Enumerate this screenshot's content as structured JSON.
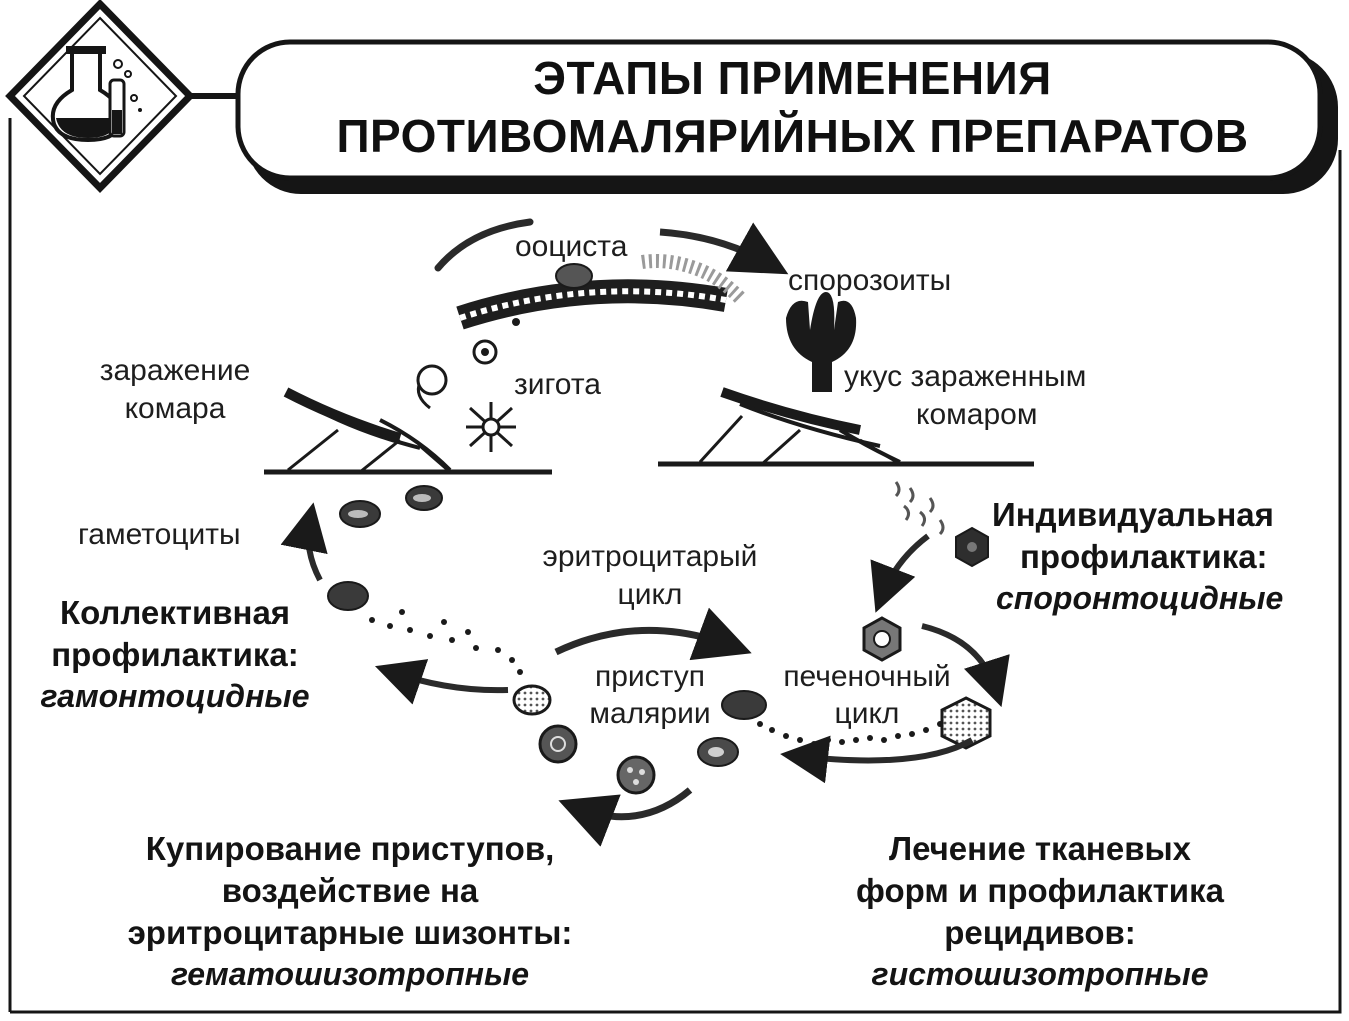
{
  "title": {
    "line1": "ЭТАПЫ ПРИМЕНЕНИЯ",
    "line2": "ПРОТИВОМАЛЯРИЙНЫХ ПРЕПАРАТОВ"
  },
  "logo_icon": "flask-icon",
  "mosquito_cycle": {
    "oocyst": "ооциста",
    "sporozoites": "спорозоиты",
    "zygote": "зигота",
    "mosquito_infection_line1": "заражение",
    "mosquito_infection_line2": "комара",
    "infected_bite_line1": "укус зараженным",
    "infected_bite_line2": "комаром"
  },
  "human_cycle": {
    "gametocytes": "гаметоциты",
    "erythrocytic_line1": "эритроцитарый",
    "erythrocytic_line2": "цикл",
    "attack_line1": "приступ",
    "attack_line2": "малярии",
    "liver_line1": "печеночный",
    "liver_line2": "цикл"
  },
  "drug_groups": {
    "individual": {
      "line1": "Индивидуальная",
      "line2": "профилактика:",
      "drug_class": "споронтоцидные"
    },
    "collective": {
      "line1": "Коллективная",
      "line2": "профилактика:",
      "drug_class": "гамонтоцидные"
    },
    "blood_schizonts": {
      "line1": "Купирование приступов,",
      "line2": "воздействие на",
      "line3": "эритроцитарные шизонты:",
      "drug_class": "гематошизотропные"
    },
    "tissue_forms": {
      "line1": "Лечение тканевых",
      "line2": "форм и профилактика",
      "line3": "рецидивов:",
      "drug_class": "гистошизотропные"
    }
  },
  "colors": {
    "ink": "#151515",
    "cell_fill": "#3a3a3a",
    "gray": "#8a8a8a",
    "background": "#ffffff"
  }
}
